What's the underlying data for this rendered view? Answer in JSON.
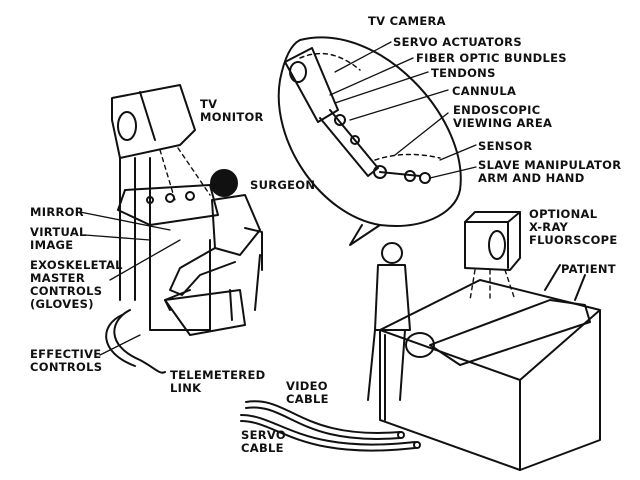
{
  "diagram": {
    "title": "Telepresence surgery system",
    "colors": {
      "ink": "#111111",
      "background": "#ffffff"
    },
    "labels": {
      "tv_camera": "TV CAMERA",
      "servo_actuators": "SERVO ACTUATORS",
      "fiber_optic_bundles": "FIBER OPTIC BUNDLES",
      "tendons": "TENDONS",
      "cannula": "CANNULA",
      "endoscopic_1": "ENDOSCOPIC",
      "endoscopic_2": "VIEWING AREA",
      "sensor": "SENSOR",
      "slave_1": "SLAVE MANIPULATOR",
      "slave_2": "ARM AND HAND",
      "tv_monitor_1": "TV",
      "tv_monitor_2": "MONITOR",
      "surgeon": "SURGEON",
      "mirror": "MIRROR",
      "virtual_1": "VIRTUAL",
      "virtual_2": "IMAGE",
      "exo_1": "EXOSKELETAL",
      "exo_2": "MASTER",
      "exo_3": "CONTROLS",
      "exo_4": "(GLOVES)",
      "effective_1": "EFFECTIVE",
      "effective_2": "CONTROLS",
      "telemetered_1": "TELEMETERED",
      "telemetered_2": "LINK",
      "video_1": "VIDEO",
      "video_2": "CABLE",
      "servo_1": "SERVO",
      "servo_2": "CABLE",
      "optional_1": "OPTIONAL",
      "optional_2": "X-RAY",
      "optional_3": "FLUORSCOPE",
      "patient": "PATIENT"
    }
  }
}
